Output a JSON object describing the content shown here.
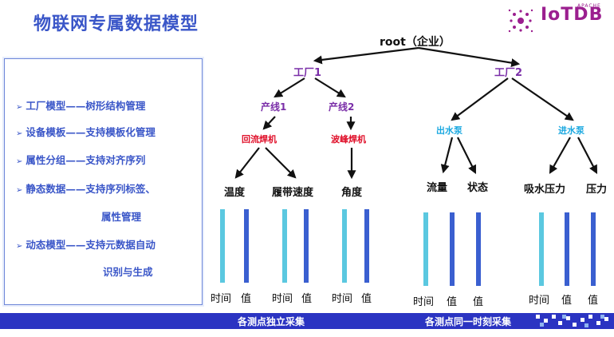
{
  "title": "物联网专属数据模型",
  "logo": {
    "brand": "IoTDB",
    "top_text": "APACHE"
  },
  "features": [
    {
      "label": "工厂模型——树形结构管理"
    },
    {
      "label": "设备模板——支持模板化管理"
    },
    {
      "label": "属性分组——支持对齐序列"
    },
    {
      "label": "静态数据——支持序列标签、",
      "continuation": "属性管理"
    },
    {
      "label": "动态模型——支持元数据自动",
      "continuation": "识别与生成"
    }
  ],
  "tree": {
    "root": "root（企业）",
    "factory1": "工厂1",
    "factory2": "工厂2",
    "line1": "产线1",
    "line2": "产线2",
    "device_reflow": "回流焊机",
    "device_wave": "波峰焊机",
    "pump_out": "出水泵",
    "pump_in": "进水泵",
    "meas_temp": "温度",
    "meas_speed": "履带速度",
    "meas_angle": "角度",
    "meas_flow": "流量",
    "meas_status": "状态",
    "meas_suction": "吸水压力",
    "meas_pressure": "压力"
  },
  "columns": {
    "time": "时间",
    "value": "值"
  },
  "footer": {
    "left": "各测点独立采集",
    "right": "各测点同一时刻采集"
  },
  "colors": {
    "title": "#3a56c8",
    "factory": "#7a2ea8",
    "device": "#e0102a",
    "pump": "#1aa8e0",
    "bar_time": "#5bc8e0",
    "bar_value": "#3a5fd0",
    "footer": "#2b34c2"
  }
}
